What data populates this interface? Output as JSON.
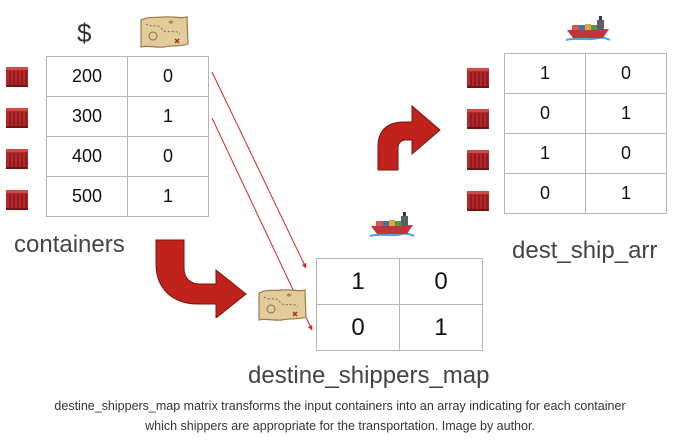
{
  "header": {
    "price_symbol": "$"
  },
  "containers": {
    "label": "containers",
    "rows": [
      [
        "200",
        "0"
      ],
      [
        "300",
        "1"
      ],
      [
        "400",
        "0"
      ],
      [
        "500",
        "1"
      ]
    ]
  },
  "destine_shippers_map": {
    "label": "destine_shippers_map",
    "rows": [
      [
        "1",
        "0"
      ],
      [
        "0",
        "1"
      ]
    ]
  },
  "dest_ship_arr": {
    "label": "dest_ship_arr",
    "rows": [
      [
        "1",
        "0"
      ],
      [
        "0",
        "1"
      ],
      [
        "1",
        "0"
      ],
      [
        "0",
        "1"
      ]
    ]
  },
  "caption": {
    "line1": "destine_shippers_map matrix transforms the input containers into an array indicating for each container",
    "line2": "which shippers are appropriate for the transportation. Image by author."
  },
  "colors": {
    "arrow": "#c0221c",
    "container": "#b3272b",
    "connector": "#cc2a22"
  },
  "icons": [
    "shipping-container-icon",
    "treasure-map-icon",
    "cargo-ship-icon",
    "curved-arrow-icon"
  ]
}
